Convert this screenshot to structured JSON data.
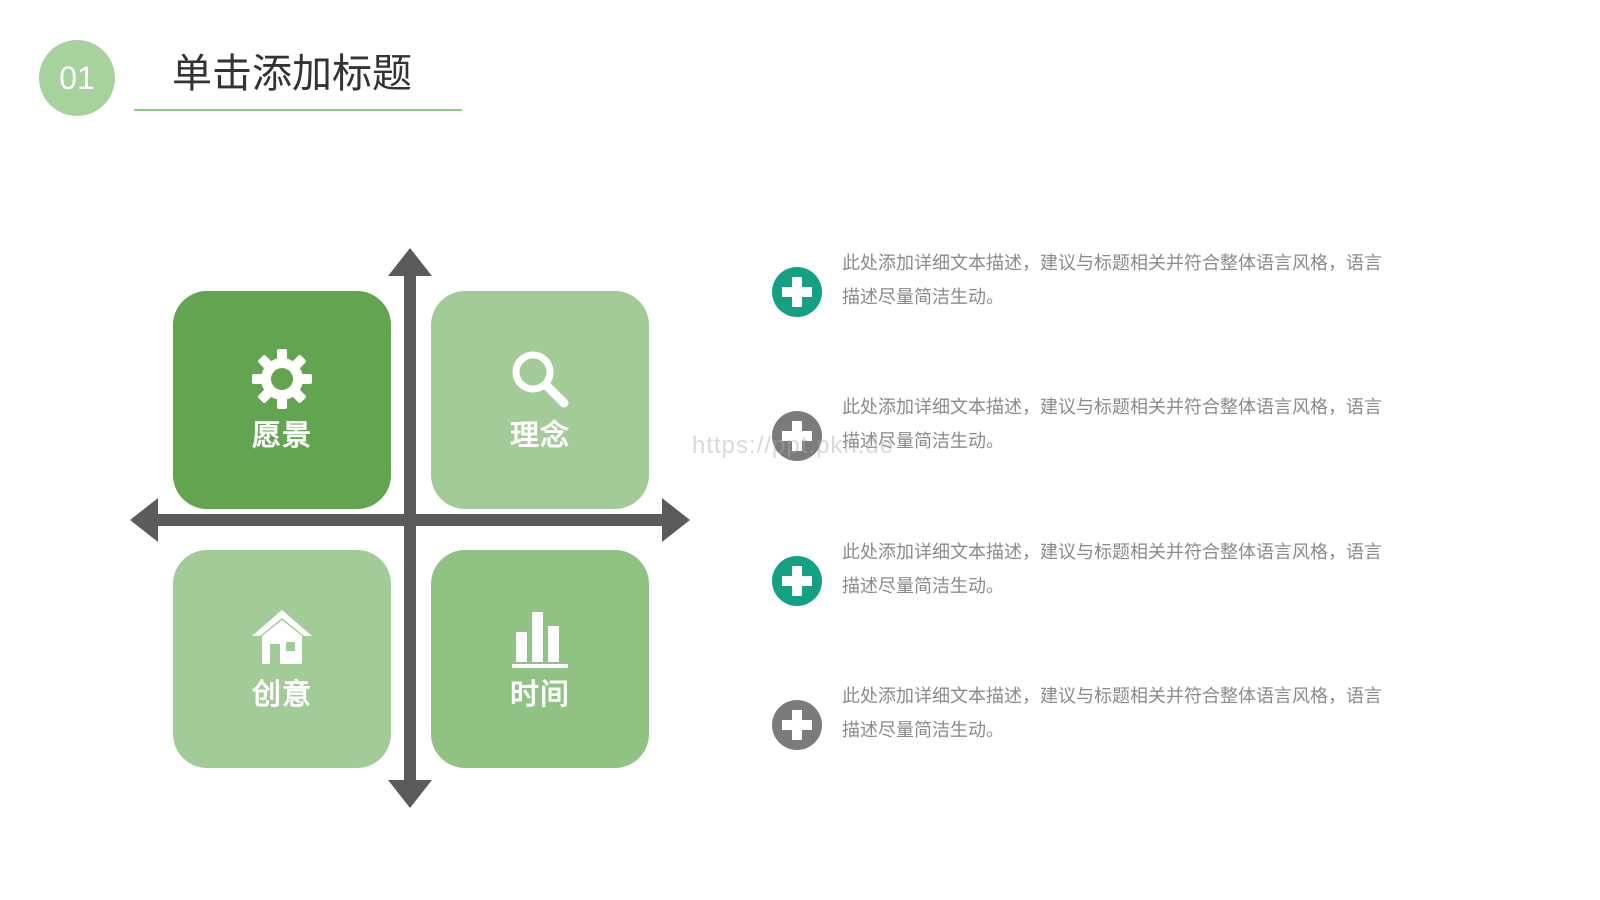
{
  "header": {
    "number": "01",
    "title": "单击添加标题",
    "accent_color": "#a7d19d",
    "underline_color": "#8ec987"
  },
  "quadrants": [
    {
      "label": "愿景",
      "icon": "gear-icon",
      "color": "#62a450"
    },
    {
      "label": "理念",
      "icon": "search-icon",
      "color": "#a3cb98"
    },
    {
      "label": "创意",
      "icon": "house-icon",
      "color": "#a3cb98"
    },
    {
      "label": "时间",
      "icon": "bar-chart-icon",
      "color": "#8fc283"
    }
  ],
  "axis": {
    "color": "#5b5b5b"
  },
  "bullets": [
    {
      "icon": "plus-circle-icon",
      "color": "#13a085",
      "text": "此处添加详细文本描述，建议与标题相关并符合整体语言风格，语言描述尽量简洁生动。"
    },
    {
      "icon": "plus-circle-icon",
      "color": "#7b7b7b",
      "text": "此处添加详细文本描述，建议与标题相关并符合整体语言风格，语言描述尽量简洁生动。"
    },
    {
      "icon": "plus-circle-icon",
      "color": "#13a085",
      "text": "此处添加详细文本描述，建议与标题相关并符合整体语言风格，语言描述尽量简洁生动。"
    },
    {
      "icon": "plus-circle-icon",
      "color": "#7b7b7b",
      "text": "此处添加详细文本描述，建议与标题相关并符合整体语言风格，语言描述尽量简洁生动。"
    }
  ],
  "watermark": "https://ppt.pkn.de"
}
